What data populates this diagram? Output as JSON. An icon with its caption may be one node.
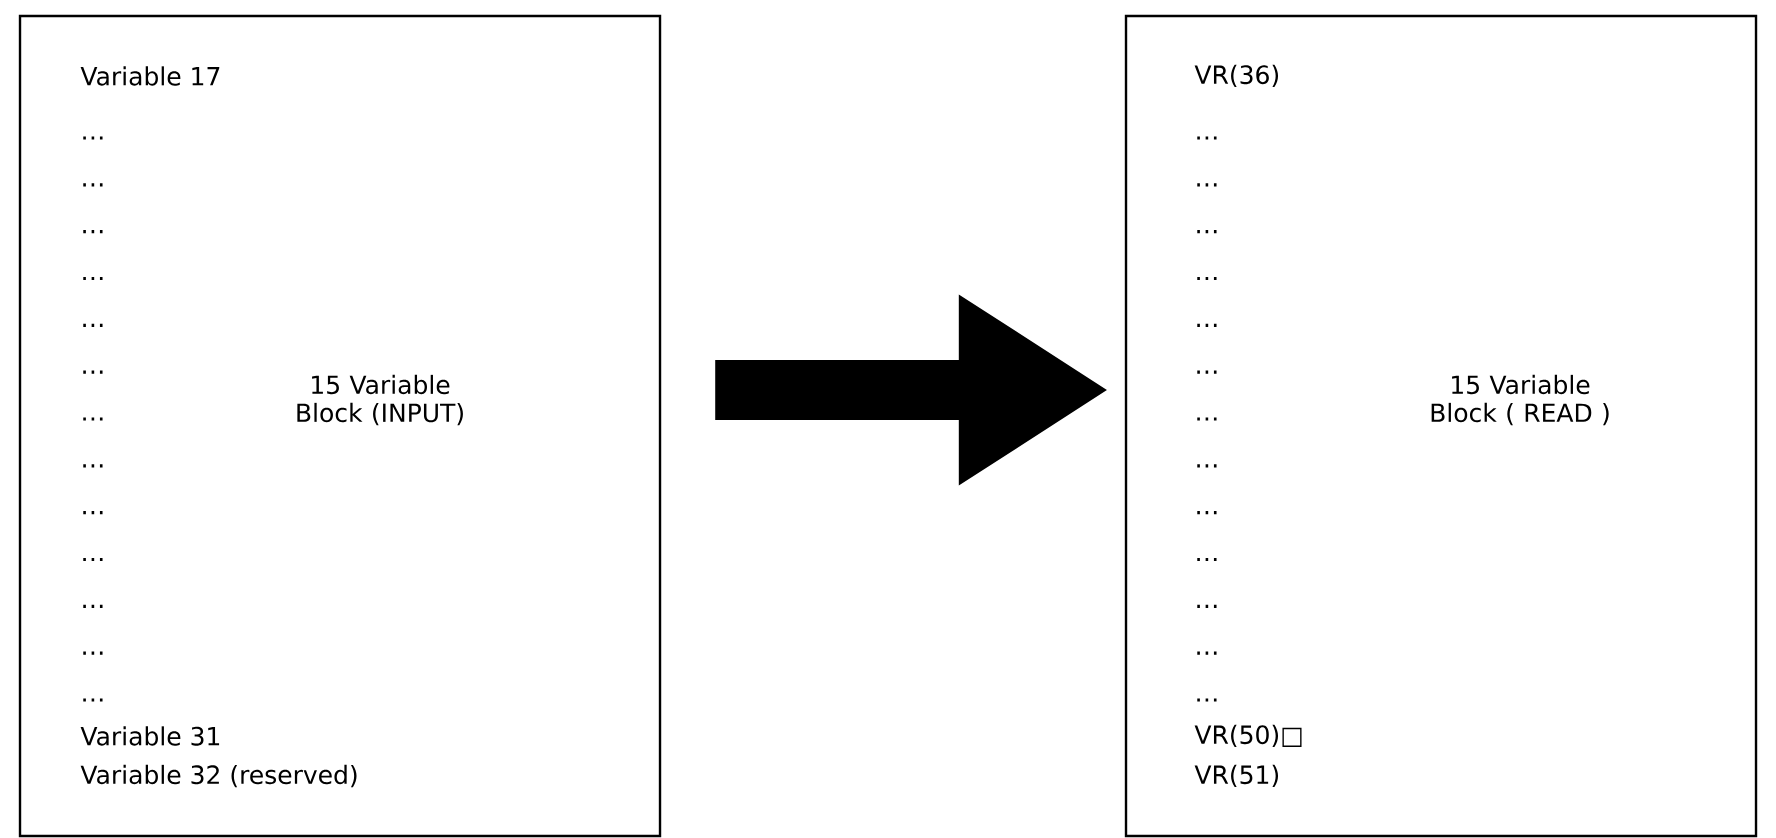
{
  "diagram": {
    "nodes": [
      {
        "text": [
          "Variable 17",
          "…",
          "…",
          "…",
          "…",
          "…",
          "…",
          "…",
          "…",
          "…",
          "…",
          "…",
          "…",
          "…",
          "Variable 31",
          "Variable 32 (reserved)",
          "15 Variable Block (INPUT)"
        ]
      },
      {
        "text": [
          "VR(36)",
          "…",
          "…",
          "…",
          "…",
          "…",
          "…",
          "…",
          "…",
          "…",
          "…",
          "…",
          "…",
          "…",
          "VR(50)□",
          "VR(51)",
          "15 Variable Block ( READ )"
        ]
      }
    ],
    "edges": [
      {
        "from": 0,
        "to": 1,
        "arrow": "to"
      }
    ]
  }
}
